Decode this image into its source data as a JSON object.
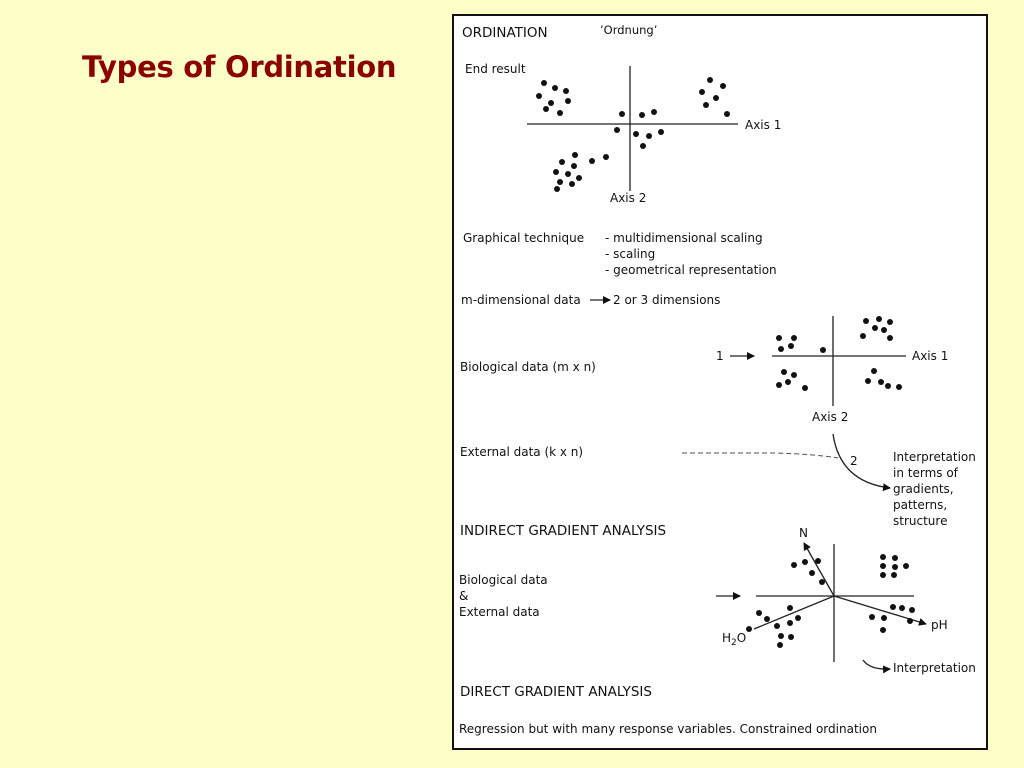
{
  "slide": {
    "title": "Types of Ordination"
  },
  "figure": {
    "ordination_heading": "ORDINATION",
    "ordnung": "’Ordnung’",
    "end_result": "End result",
    "axis1": "Axis 1",
    "axis2": "Axis 2",
    "graphical_technique": "Graphical technique",
    "techniques": [
      "- multidimensional scaling",
      "- scaling",
      "- geometrical representation"
    ],
    "m_dimensional": "m-dimensional  data",
    "dimensions": "2 or 3 dimensions",
    "biological_data_mn": "Biological data (m x n)",
    "step1": "1",
    "external_data_kn": "External data (k x n)",
    "step2": "2",
    "interpretation_lines": [
      "Interpretation",
      "in terms of",
      "gradients,",
      "patterns,",
      "structure"
    ],
    "indirect_heading": "INDIRECT GRADIENT ANALYSIS",
    "bio_and_ext": [
      "Biological data",
      "&",
      "External data"
    ],
    "var_n": "N",
    "var_ph": "pH",
    "var_h2o_main": "H",
    "var_h2o_sub": "2",
    "var_h2o_tail": "O",
    "interpretation": "Interpretation",
    "direct_heading": "DIRECT GRADIENT ANALYSIS",
    "regression_note": "Regression but with many response variables. Constrained ordination"
  }
}
